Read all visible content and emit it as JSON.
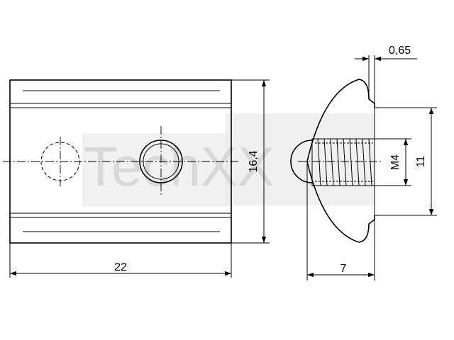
{
  "watermark": {
    "text": "TechXX"
  },
  "dimensions": {
    "length": "22",
    "width": "16,4",
    "height": "7",
    "lip": "0,65",
    "thread": "M4",
    "flange": "11"
  }
}
